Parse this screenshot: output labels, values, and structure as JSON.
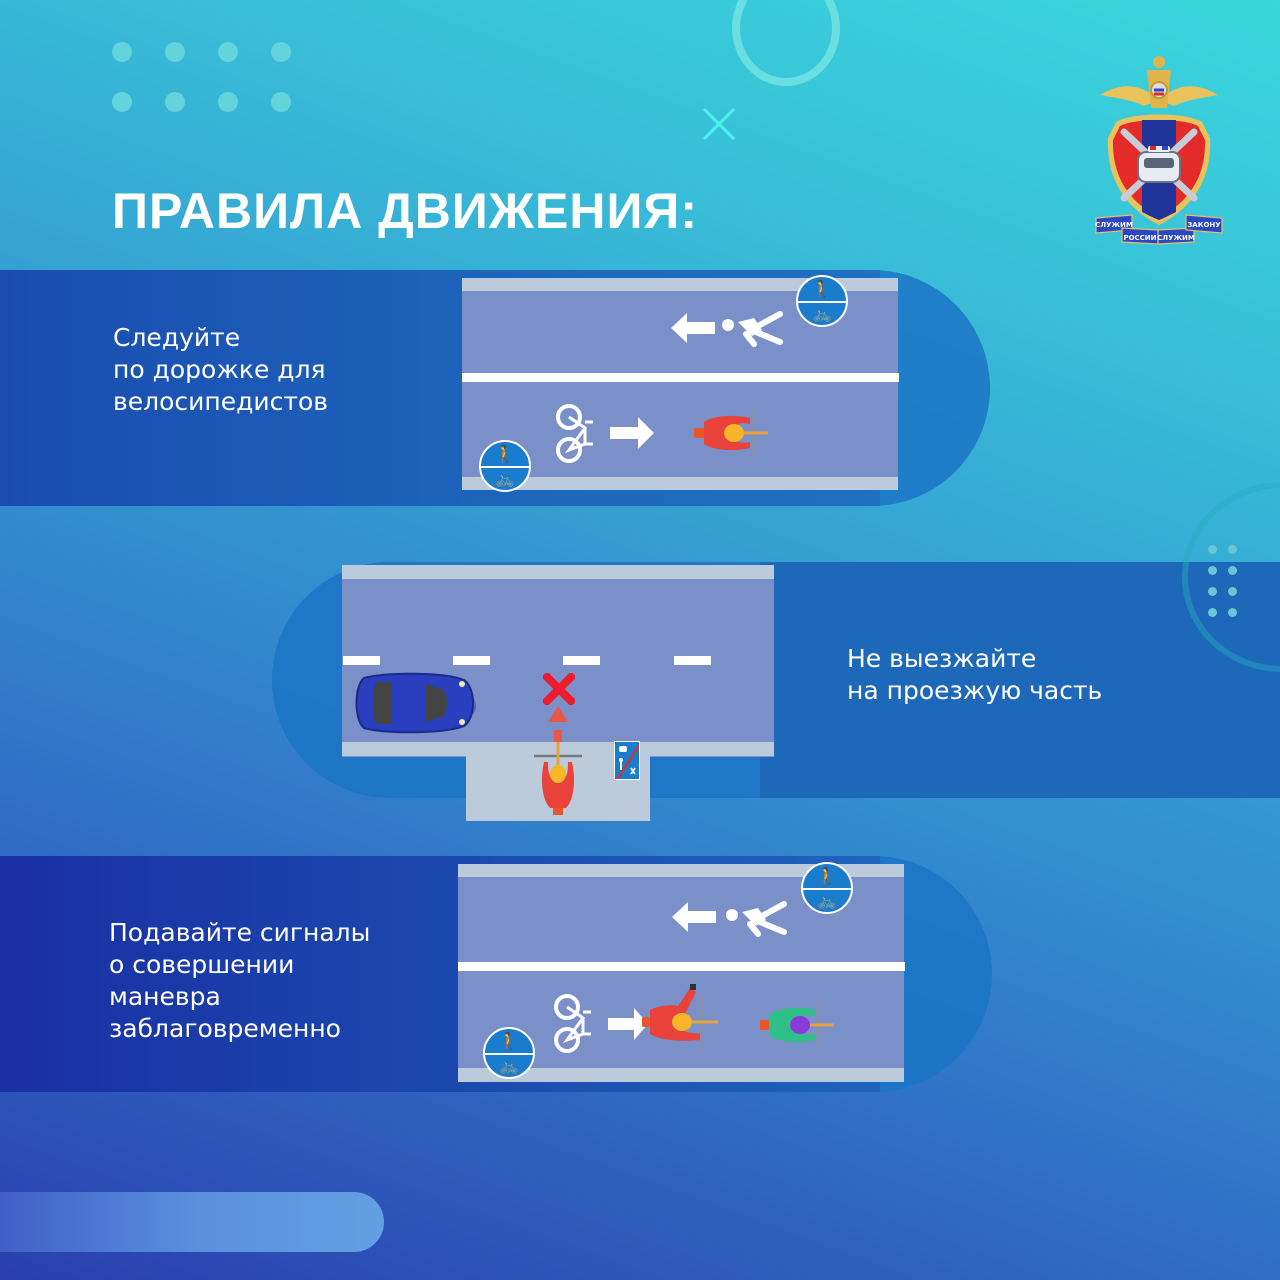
{
  "title": "ПРАВИЛА ДВИЖЕНИЯ:",
  "emblem": {
    "name": "police-traffic-emblem",
    "ribbon_words": [
      "СЛУЖИМ",
      "РОССИИ",
      "СЛУЖИМ",
      "ЗАКОНУ"
    ]
  },
  "rules": [
    {
      "text": "Следуйте\nпо дорожке для\nвелосипедистов",
      "illustration": "shared-path-cyclist-lane",
      "icons": [
        "pedestrian-cyclist-sign-icon",
        "walking-pedestrian-icon",
        "arrow-left-icon",
        "bicycle-icon",
        "arrow-right-icon",
        "cyclist-top-view-icon"
      ]
    },
    {
      "text": "Не выезжайте\nна проезжую часть",
      "illustration": "cyclist-blocked-from-roadway",
      "icons": [
        "car-top-view-icon",
        "red-cross-icon",
        "arrow-up-icon",
        "cyclist-top-view-icon",
        "end-of-residential-zone-sign-icon"
      ]
    },
    {
      "text": "Подавайте сигналы\nо совершении\nманевра\nзаблаговременно",
      "illustration": "cyclist-hand-signal",
      "icons": [
        "pedestrian-cyclist-sign-icon",
        "walking-pedestrian-icon",
        "arrow-left-icon",
        "bicycle-icon",
        "arrow-right-icon",
        "signaling-cyclist-icon",
        "cyclist-top-view-icon"
      ]
    }
  ],
  "colors": {
    "bg_top": "#3ad6dc",
    "bg_bottom": "#2a3fb0",
    "band_dark": "#1a4bb0",
    "band_mid": "#1c6bbb",
    "road": "#7b8fc8",
    "curb": "#bccbdc",
    "sign_blue": "#1a7ccc",
    "cyclist_red": "#e8423a",
    "helmet_yellow": "#f7b52a",
    "cyclist_green": "#2fc08a",
    "helmet_purple": "#8a3ad8",
    "car_blue": "#2a3fc0",
    "cross_red": "#ee1c2e"
  }
}
